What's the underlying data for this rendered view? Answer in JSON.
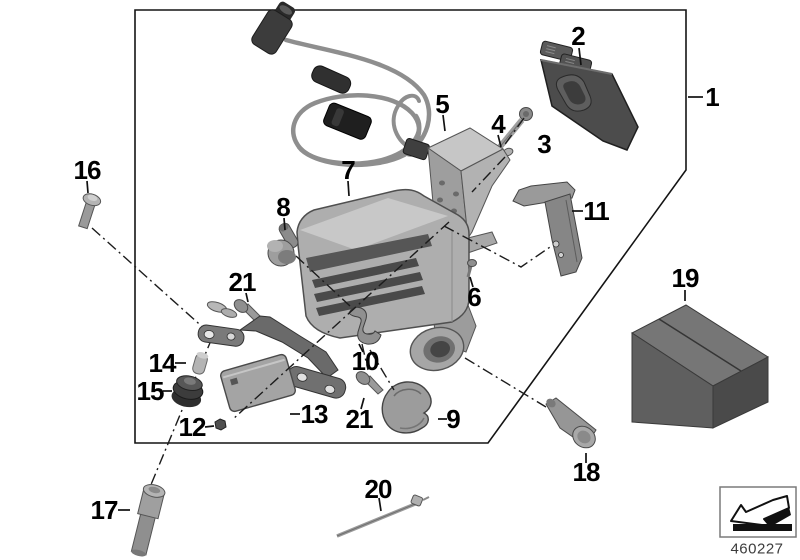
{
  "diagram_title": "exploded-parts-diagram",
  "callouts": {
    "c1": "1",
    "c2": "2",
    "c3": "3",
    "c4": "4",
    "c5": "5",
    "c6": "6",
    "c7": "7",
    "c8": "8",
    "c9": "9",
    "c10": "10",
    "c11": "11",
    "c12": "12",
    "c13": "13",
    "c14": "14",
    "c15": "15",
    "c16": "16",
    "c17": "17",
    "c18": "18",
    "c19": "19",
    "c20": "20",
    "c21a": "21",
    "c21b": "21"
  },
  "stamp": {
    "code": "460227",
    "icon": "change-arrow-icon"
  },
  "colors": {
    "frame_line": "#141414",
    "leader_line": "#1c1c1c",
    "part_light": "#c6c6c6",
    "part_mid": "#9e9e9e",
    "part_dark": "#4c4c4c",
    "cable": "#8e8e8e",
    "kit_box": "#5f5f5f",
    "background": "#ffffff"
  }
}
